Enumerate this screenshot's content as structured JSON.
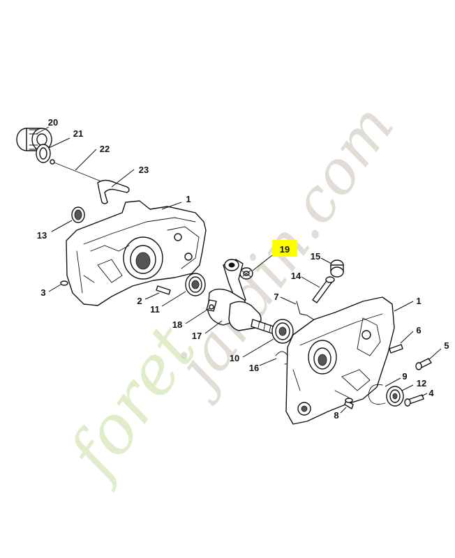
{
  "watermark": {
    "text_green": "foret",
    "text_grey": "jardin.com",
    "green_color": "#c7dfa0",
    "grey_color": "#c9c2b4"
  },
  "highlight_color": "#ffff00",
  "callouts": [
    {
      "id": "c20",
      "label": "20"
    },
    {
      "id": "c21",
      "label": "21"
    },
    {
      "id": "c22",
      "label": "22"
    },
    {
      "id": "c23",
      "label": "23"
    },
    {
      "id": "c1a",
      "label": "1"
    },
    {
      "id": "c13",
      "label": "13"
    },
    {
      "id": "c3",
      "label": "3"
    },
    {
      "id": "c2",
      "label": "2"
    },
    {
      "id": "c11",
      "label": "11"
    },
    {
      "id": "c18",
      "label": "18"
    },
    {
      "id": "c17",
      "label": "17"
    },
    {
      "id": "c10",
      "label": "10"
    },
    {
      "id": "c16",
      "label": "16"
    },
    {
      "id": "c19",
      "label": "19",
      "highlighted": true
    },
    {
      "id": "c15",
      "label": "15"
    },
    {
      "id": "c14",
      "label": "14"
    },
    {
      "id": "c7",
      "label": "7"
    },
    {
      "id": "c1b",
      "label": "1"
    },
    {
      "id": "c6",
      "label": "6"
    },
    {
      "id": "c5",
      "label": "5"
    },
    {
      "id": "c9",
      "label": "9"
    },
    {
      "id": "c12",
      "label": "12"
    },
    {
      "id": "c4",
      "label": "4"
    },
    {
      "id": "c8",
      "label": "8"
    }
  ]
}
